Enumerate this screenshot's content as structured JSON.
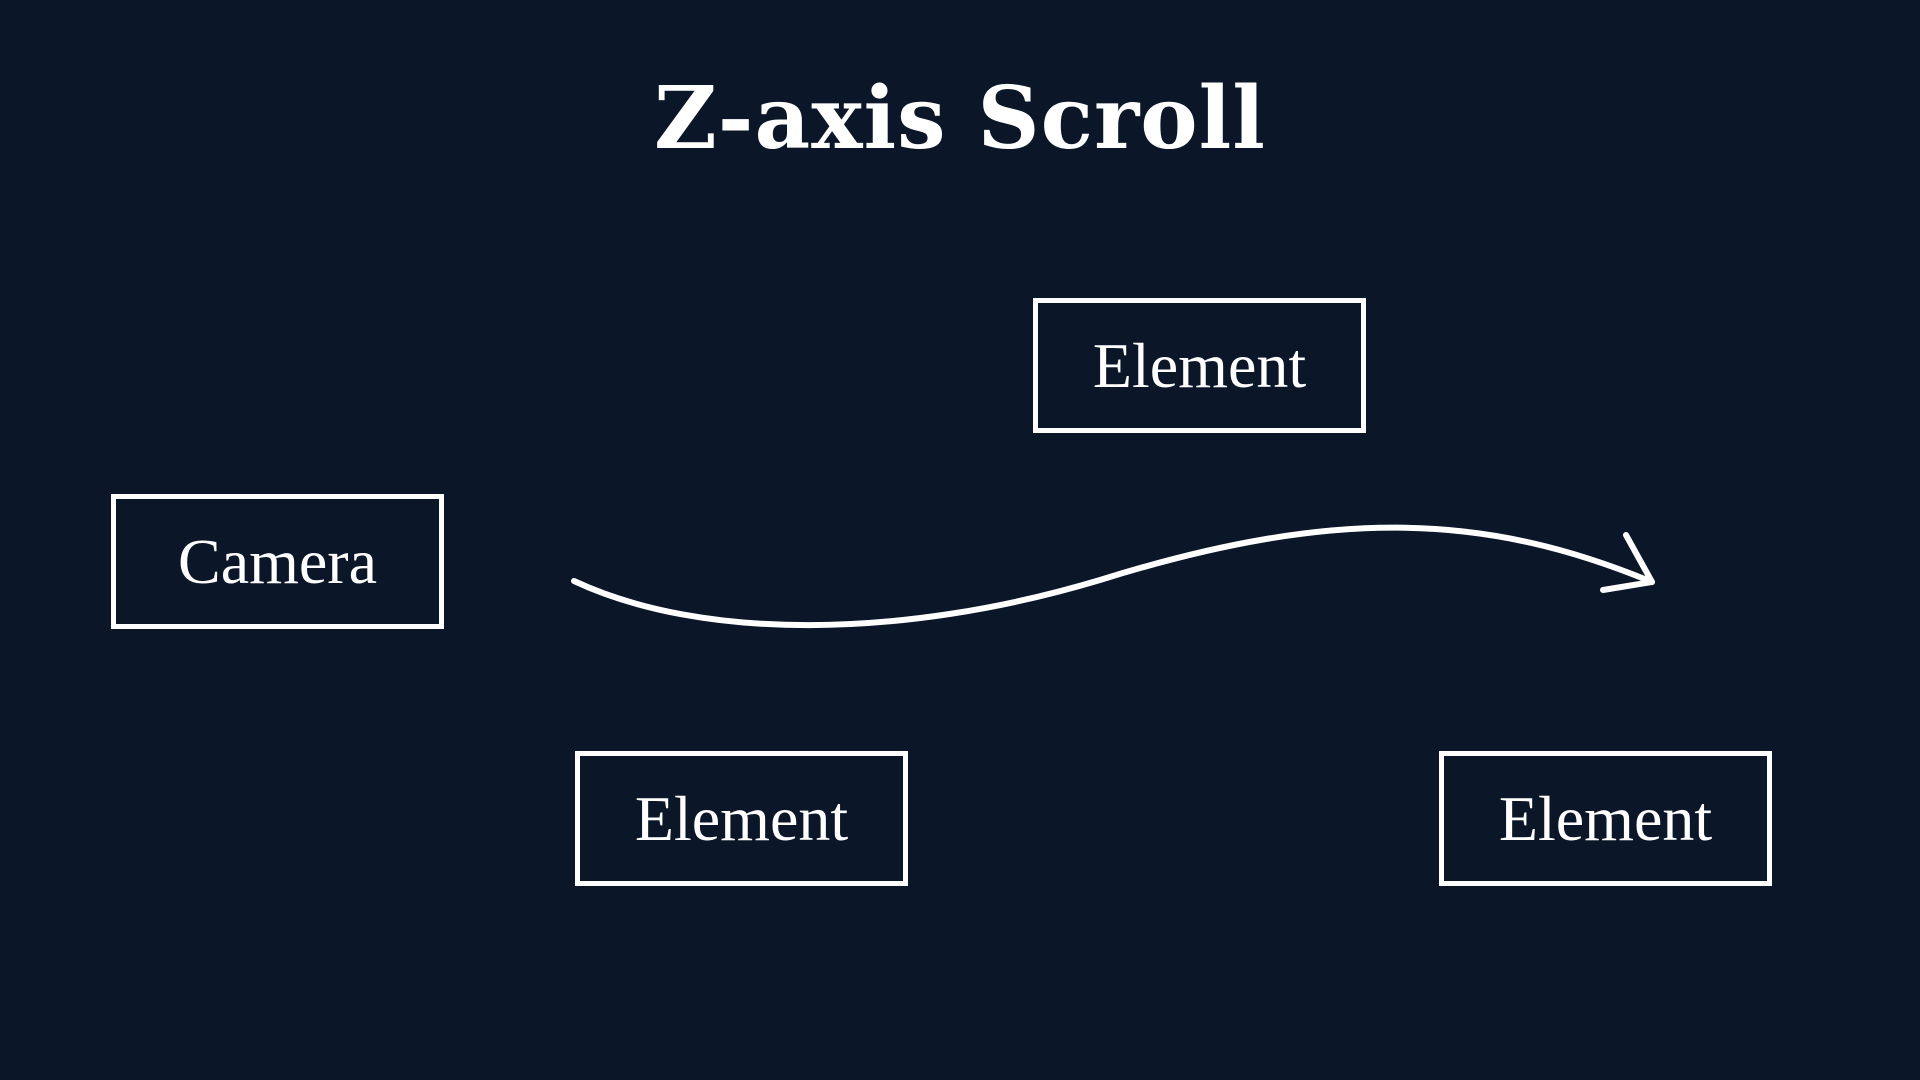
{
  "title": "Z-axis Scroll",
  "nodes": {
    "camera": "Camera",
    "element_top": "Element",
    "element_left": "Element",
    "element_right": "Element"
  },
  "colors": {
    "background": "#0b1628",
    "foreground": "#ffffff"
  },
  "connector": {
    "from": "camera",
    "to": "element_right",
    "style": "curved-arrow"
  }
}
